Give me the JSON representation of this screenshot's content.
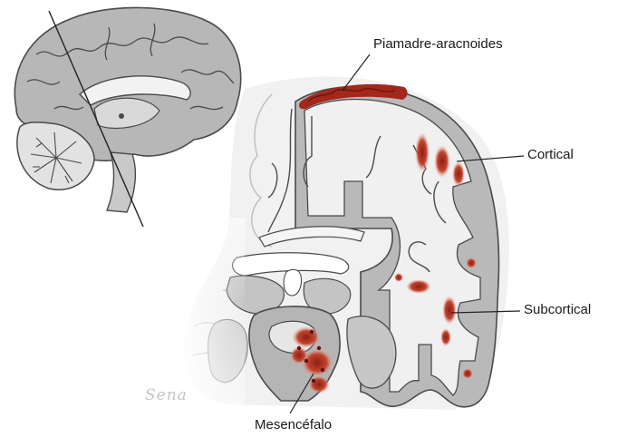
{
  "labels": {
    "piamadre": "Piamadre-aracnoides",
    "cortical": "Cortical",
    "subcortical": "Subcortical",
    "mesencefalo": "Mesencéfalo"
  },
  "signature": "Sena",
  "colors": {
    "tissue_outline": "#4a4a4a",
    "gray_matter": "#b3b3b3",
    "white_matter": "#efefef",
    "lesion": "#a3281c",
    "lesion_light": "#e7a28c"
  },
  "icons": {
    "sagittal": "sagittal-brain-icon",
    "coronal": "coronal-brain-section"
  }
}
